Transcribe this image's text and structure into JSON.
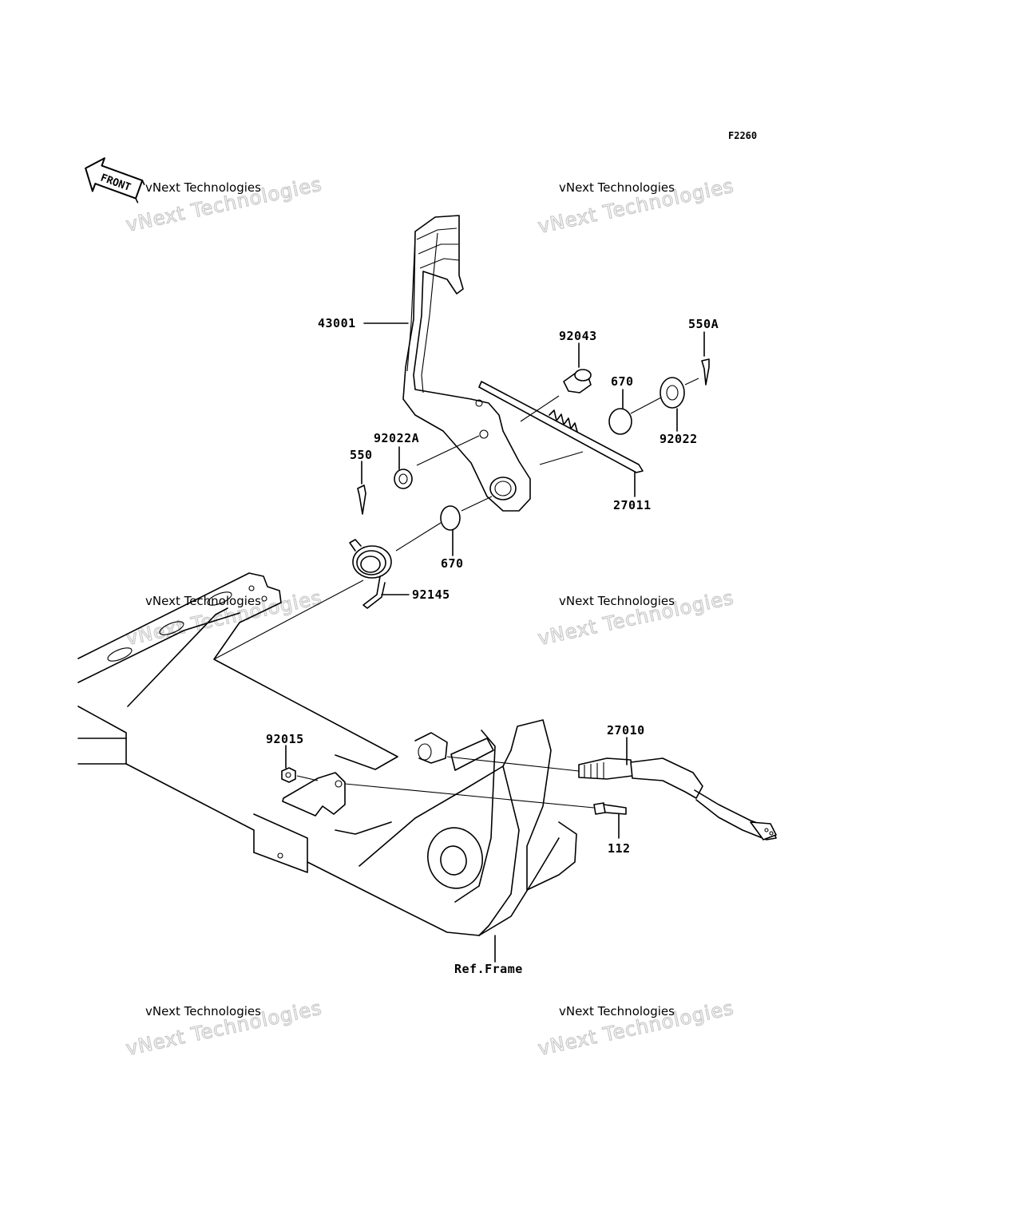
{
  "figure_code": "F2260",
  "front_label": "FRONT",
  "watermark": {
    "line1": "vNext Technologies",
    "line2": "vNext Technologies"
  },
  "parts": {
    "p43001": "43001",
    "p92043": "92043",
    "p550A": "550A",
    "p670_upper": "670",
    "p92022A": "92022A",
    "p92022": "92022",
    "p550": "550",
    "p27011": "27011",
    "p670_lower": "670",
    "p92145": "92145",
    "p27010": "27010",
    "p92015": "92015",
    "p112": "112",
    "ref_frame": "Ref.Frame"
  }
}
